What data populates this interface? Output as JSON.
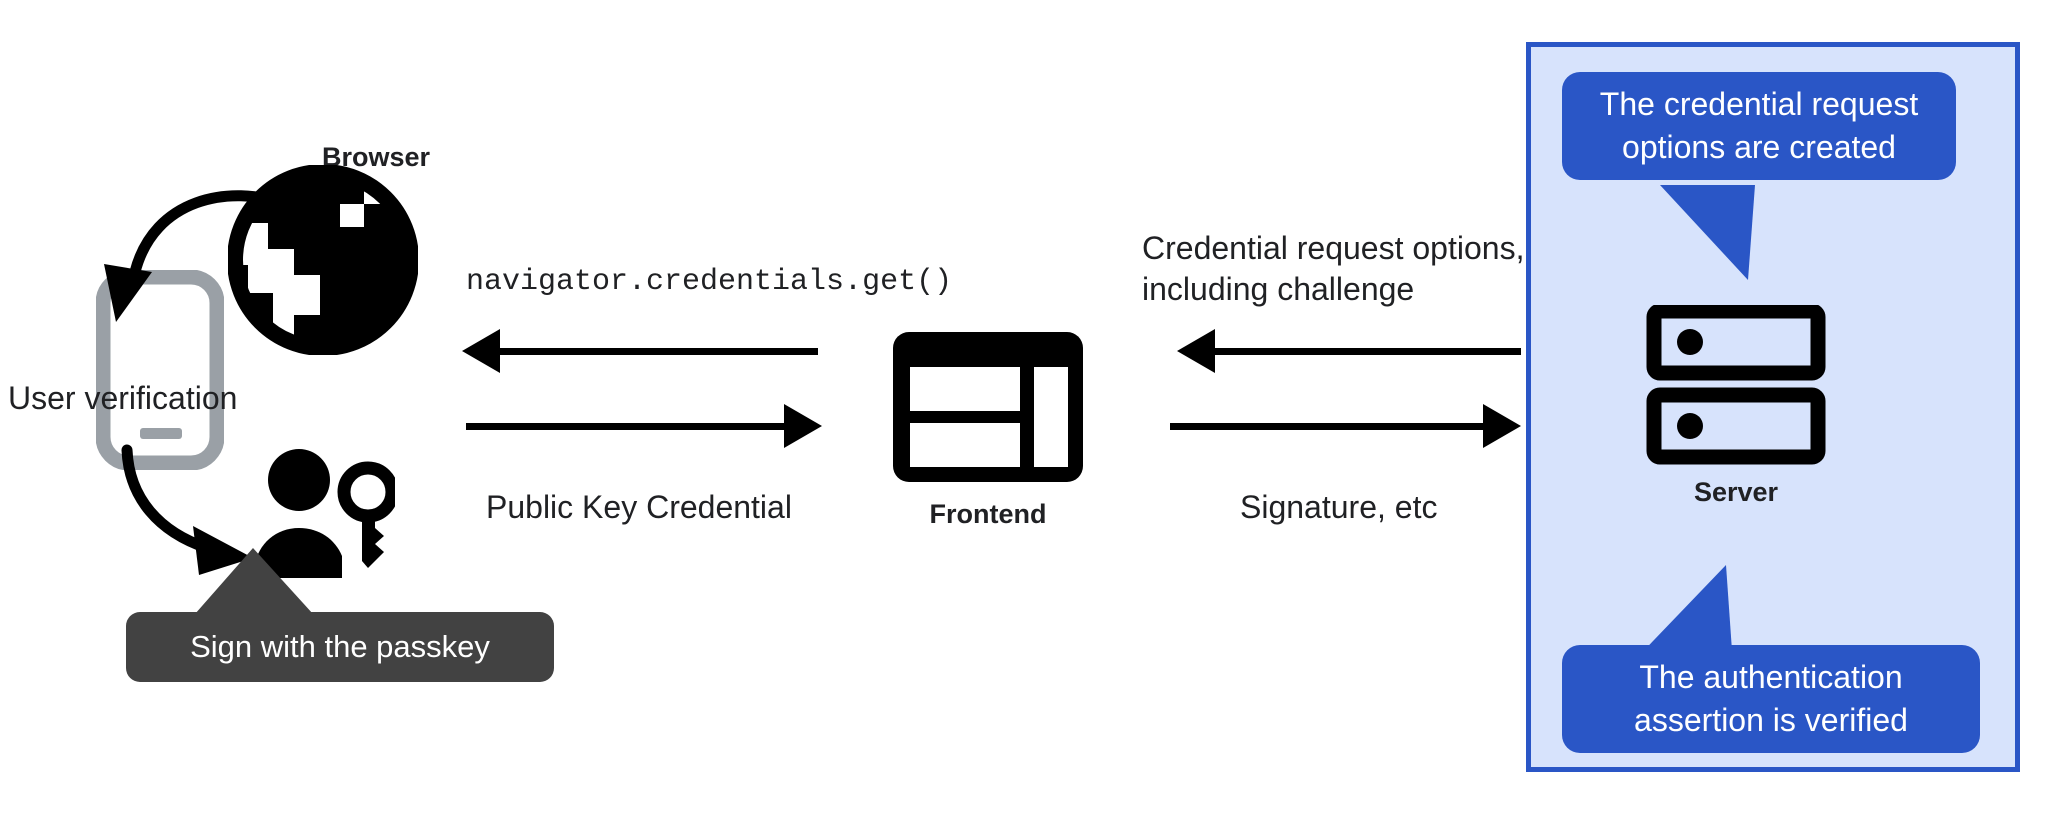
{
  "diagram": {
    "title": "WebAuthn passkey authentication flow",
    "colors": {
      "panel_fill": "#d7e3fc",
      "panel_border": "#2a56c6",
      "callout_blue": "#2a56c6",
      "tooltip_gray": "#424242",
      "icon_black": "#000000",
      "phone_gray": "#9aa0a6",
      "text_dark": "#202124",
      "background": "#ffffff"
    }
  },
  "client": {
    "browser_label": "Browser",
    "browser_icon": "globe-icon",
    "phone_icon": "smartphone-icon",
    "user_verification_label": "User verification",
    "person_key_icon": "person-with-key-icon",
    "passkey_tooltip": "Sign with the passkey"
  },
  "frontend": {
    "label": "Frontend",
    "icon": "dashboard-layout-icon"
  },
  "server": {
    "label": "Server",
    "icon": "server-rack-icon",
    "callout_top": "The credential request\noptions are created",
    "callout_top_line1": "The credential request",
    "callout_top_line2": "options are created",
    "callout_bottom_line1": "The authentication",
    "callout_bottom_line2": "assertion is verified"
  },
  "flows": {
    "browser_to_frontend": {
      "top_label": "navigator.credentials.get()",
      "bottom_label": "Public Key Credential",
      "top_direction": "left",
      "bottom_direction": "right"
    },
    "frontend_to_server": {
      "top_label_line1": "Credential request options,",
      "top_label_line2": "including challenge",
      "bottom_label": "Signature, etc",
      "top_direction": "left",
      "bottom_direction": "right"
    }
  }
}
